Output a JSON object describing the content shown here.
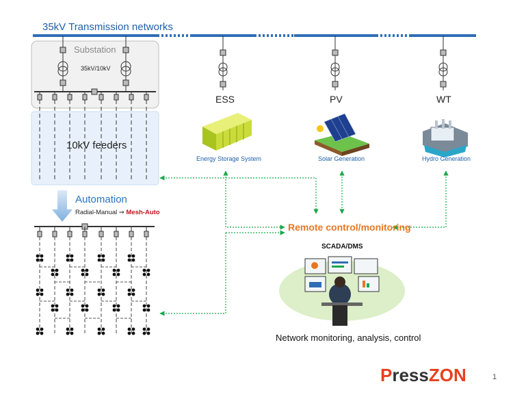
{
  "header": {
    "title": "35kV Transmission networks"
  },
  "substation": {
    "label": "Substation",
    "ratio": "35kV/10kV"
  },
  "feeders": {
    "label": "10kV feeders"
  },
  "ess": {
    "code": "ESS",
    "caption": "Energy Storage System"
  },
  "pv": {
    "code": "PV",
    "caption": "Solar Generation"
  },
  "wt": {
    "code": "WT",
    "caption": "Hydro Generation"
  },
  "automation": {
    "title": "Automation",
    "from": "Radial-Manual",
    "arrow": "⇒",
    "to": "Mesh-Auto"
  },
  "remote": {
    "label": "Remote control/monitoring"
  },
  "scada": {
    "label": "SCADA/DMS",
    "caption": "Network monitoring, analysis, control"
  },
  "logo": {
    "p": "P",
    "ress": "ress",
    "zon": "ZON"
  },
  "page_number": "1",
  "colors": {
    "bus": "#2f6db5",
    "link": "#18a84a",
    "accent": "#e87722",
    "mesh": "#c0161b"
  }
}
